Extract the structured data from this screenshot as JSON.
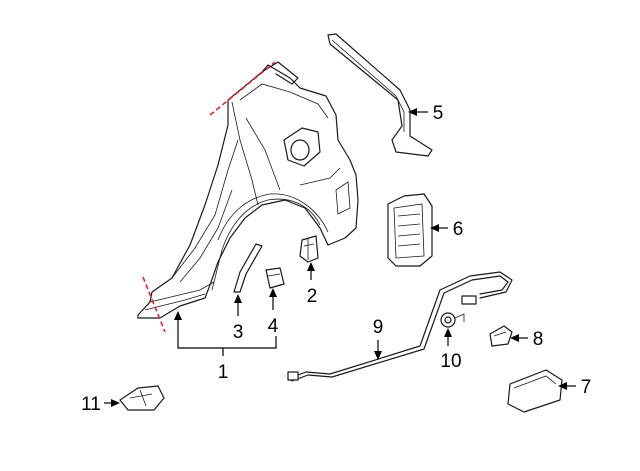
{
  "callouts": {
    "c1": "1",
    "c2": "2",
    "c3": "3",
    "c4": "4",
    "c5": "5",
    "c6": "6",
    "c7": "7",
    "c8": "8",
    "c9": "9",
    "c10": "10",
    "c11": "11"
  },
  "colors": {
    "cut_line": "#e8222b",
    "line_art": "#1a1a1a"
  }
}
